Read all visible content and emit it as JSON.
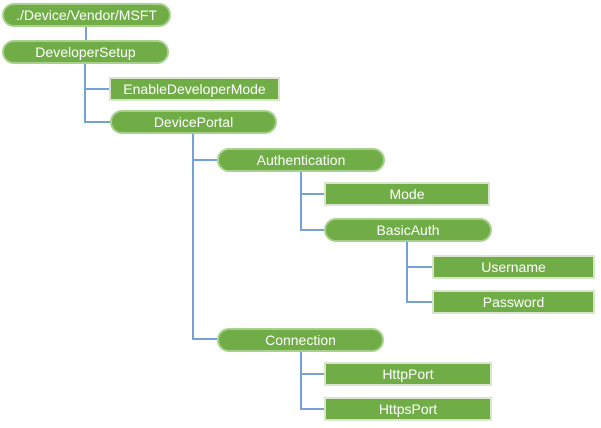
{
  "diagram": {
    "type": "tree",
    "description": "CSP policy tree diagram",
    "colors": {
      "node_fill": "#70AD47",
      "pill_border": "#A9D18E",
      "leaf_border": "#D9E6CD",
      "connector": "#74A2D8",
      "text": "#FFFFFF",
      "background": "#FFFFFF"
    },
    "nodes": {
      "root": {
        "label": "./Device/Vendor/MSFT",
        "shape": "pill"
      },
      "developer_setup": {
        "label": "DeveloperSetup",
        "shape": "pill"
      },
      "enable_developer_mode": {
        "label": "EnableDeveloperMode",
        "shape": "rect"
      },
      "device_portal": {
        "label": "DevicePortal",
        "shape": "pill"
      },
      "authentication": {
        "label": "Authentication",
        "shape": "pill"
      },
      "mode": {
        "label": "Mode",
        "shape": "rect"
      },
      "basic_auth": {
        "label": "BasicAuth",
        "shape": "pill"
      },
      "username": {
        "label": "Username",
        "shape": "rect"
      },
      "password": {
        "label": "Password",
        "shape": "rect"
      },
      "connection": {
        "label": "Connection",
        "shape": "pill"
      },
      "http_port": {
        "label": "HttpPort",
        "shape": "rect"
      },
      "https_port": {
        "label": "HttpsPort",
        "shape": "rect"
      }
    },
    "hierarchy": {
      "./Device/Vendor/MSFT": {
        "DeveloperSetup": {
          "EnableDeveloperMode": {},
          "DevicePortal": {
            "Authentication": {
              "Mode": {},
              "BasicAuth": {
                "Username": {},
                "Password": {}
              }
            },
            "Connection": {
              "HttpPort": {},
              "HttpsPort": {}
            }
          }
        }
      }
    }
  }
}
